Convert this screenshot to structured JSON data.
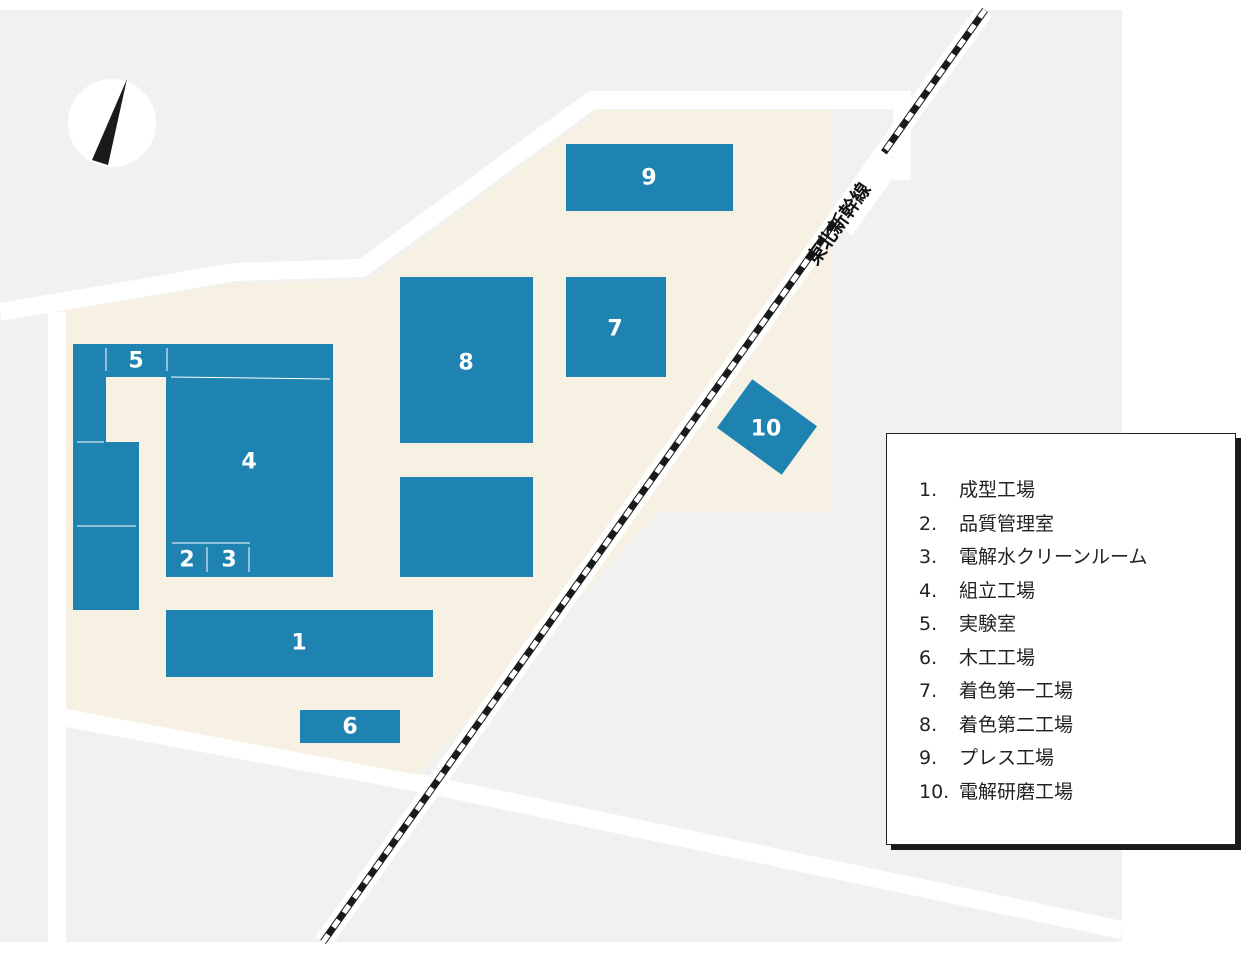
{
  "map": {
    "north_marker": "north-arrow-icon",
    "railway_label": "東北新幹線",
    "colors": {
      "ground": "#f1f1f1",
      "road": "#ffffff",
      "site": "#f6f1e3",
      "building": "#1e83b0",
      "rail_dark": "#1a1a1a",
      "rail_light": "#ffffff"
    },
    "buildings": [
      {
        "id": 1,
        "label": "1"
      },
      {
        "id": 2,
        "label": "2"
      },
      {
        "id": 3,
        "label": "3"
      },
      {
        "id": 4,
        "label": "4"
      },
      {
        "id": 5,
        "label": "5"
      },
      {
        "id": 6,
        "label": "6"
      },
      {
        "id": 7,
        "label": "7"
      },
      {
        "id": 8,
        "label": "8"
      },
      {
        "id": 9,
        "label": "9"
      },
      {
        "id": 10,
        "label": "10"
      }
    ]
  },
  "legend": {
    "items": [
      {
        "num": "1.",
        "name": "成型工場"
      },
      {
        "num": "2.",
        "name": "品質管理室"
      },
      {
        "num": "3.",
        "name": "電解水クリーンルーム"
      },
      {
        "num": "4.",
        "name": "組立工場"
      },
      {
        "num": "5.",
        "name": "実験室"
      },
      {
        "num": "6.",
        "name": "木工工場"
      },
      {
        "num": "7.",
        "name": "着色第一工場"
      },
      {
        "num": "8.",
        "name": "着色第二工場"
      },
      {
        "num": "9.",
        "name": "プレス工場"
      },
      {
        "num": "10.",
        "name": "電解研磨工場"
      }
    ]
  }
}
